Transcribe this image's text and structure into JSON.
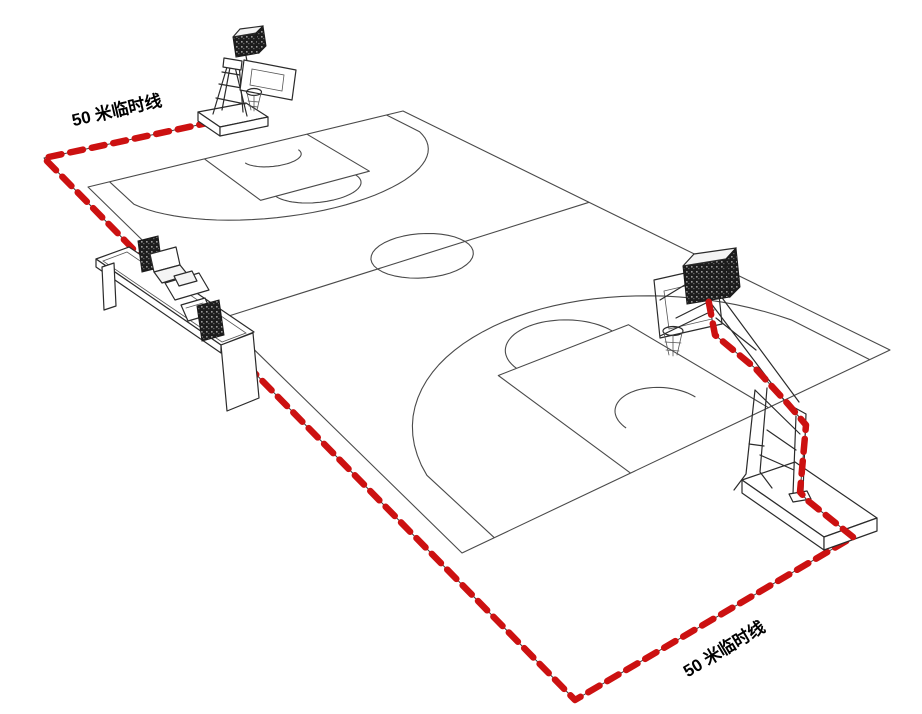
{
  "diagram": {
    "labels": {
      "temp_line_top": "50 米临时线",
      "temp_line_bottom": "50 米临时线"
    },
    "colors": {
      "temp_line_red": "#cc1111",
      "court_line": "#4a4a4a",
      "equipment_line": "#2b2b2b",
      "background": "#ffffff"
    },
    "scene_elements": [
      "basketball-court",
      "left-basketball-stand",
      "right-basketball-stand",
      "scoreboard-cube",
      "scorers-table",
      "temporary-line-50m"
    ]
  }
}
